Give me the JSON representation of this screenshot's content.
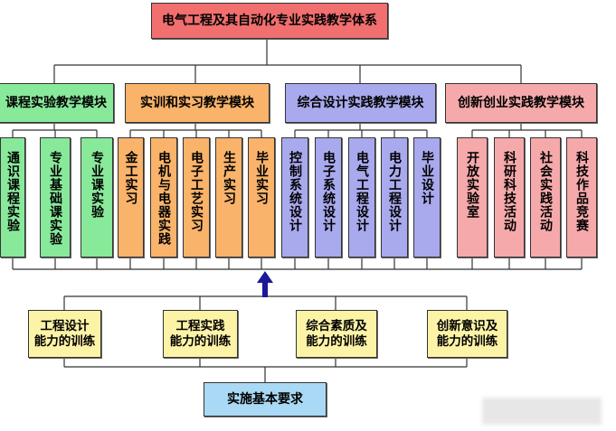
{
  "title": "电气工程及其自动化专业实践教学体系",
  "modules": [
    {
      "label": "课程实验教学模块",
      "color": "#88e99a",
      "items": [
        "通识课程实验",
        "专业基础课实验",
        "专业课实验"
      ]
    },
    {
      "label": "实训和实习教学模块",
      "color": "#f9b36a",
      "items": [
        "金工实习",
        "电机与电器实践",
        "电子工艺实习",
        "生产实习",
        "毕业实习"
      ]
    },
    {
      "label": "综合设计实践教学模块",
      "color": "#a9a9ee",
      "items": [
        "控制系统设计",
        "电子系统设计",
        "电气工程设计",
        "电力工程设计",
        "毕业设计"
      ]
    },
    {
      "label": "创新创业实践教学模块",
      "color": "#f6a9aa",
      "items": [
        "开放实验室",
        "科研科技活动",
        "社会实践活动",
        "科技作品竞赛"
      ]
    }
  ],
  "abilities": [
    [
      "工程设计",
      "能力的训练"
    ],
    [
      "工程实践",
      "能力的训练"
    ],
    [
      "综合素质及",
      "能力的训练"
    ],
    [
      "创新意识及",
      "能力的训练"
    ]
  ],
  "base": "实施基本要求"
}
